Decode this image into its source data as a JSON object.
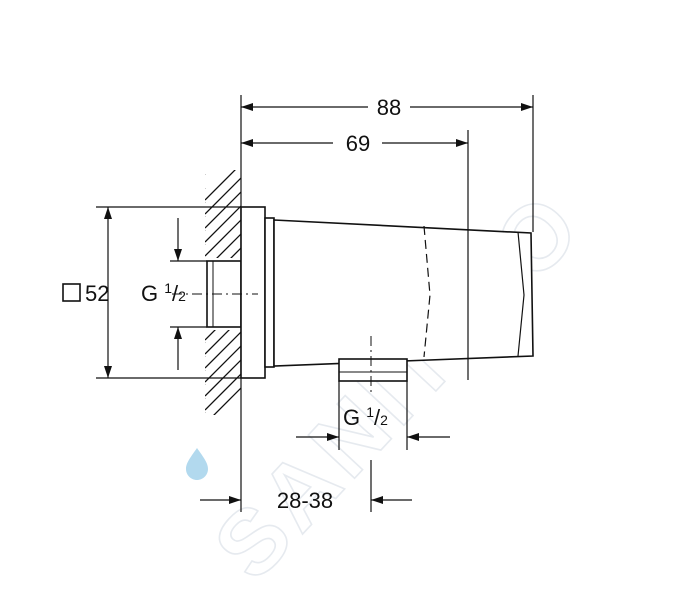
{
  "drawing": {
    "watermark": "SANITINO",
    "dimensions": {
      "overall_length": "88",
      "body_length": "69",
      "square_size": "52",
      "wall_thread": {
        "prefix": "G ",
        "numerator": "1",
        "denominator": "2"
      },
      "outlet_thread": {
        "prefix": "G ",
        "numerator": "1",
        "denominator": "2"
      },
      "outlet_offset": "28-38"
    },
    "colors": {
      "line": "#111111",
      "watermark": "#e6eaef",
      "watermark_drop": "#9fd0ea"
    }
  }
}
